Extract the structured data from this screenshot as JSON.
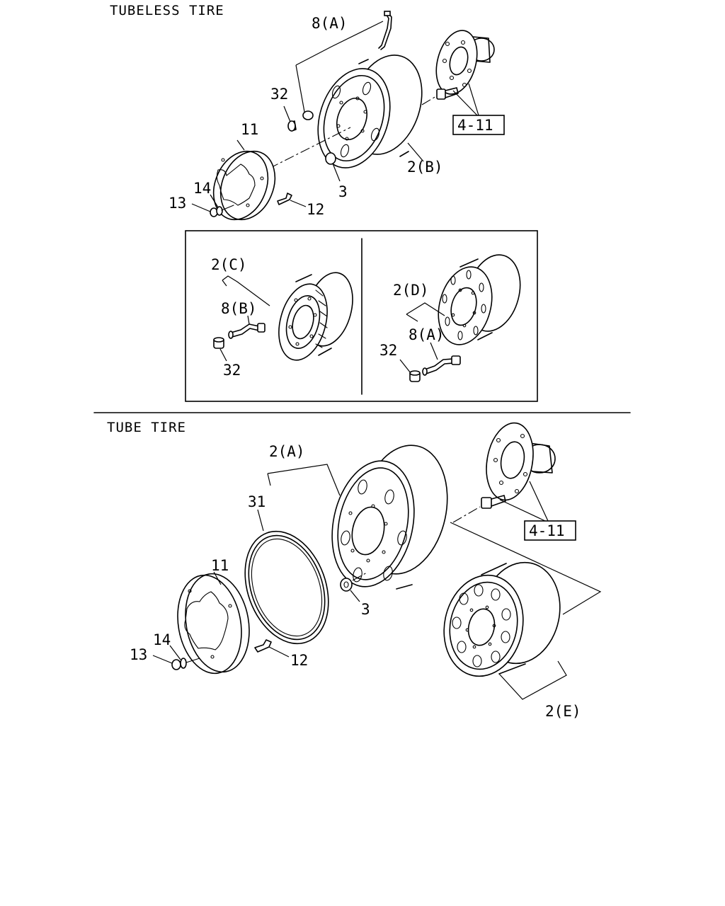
{
  "sections": {
    "tubeless_title": "TUBELESS TIRE",
    "tube_title": "TUBE TIRE"
  },
  "callouts": {
    "tl_8a": "8(A)",
    "tl_32": "32",
    "tl_11": "11",
    "tl_14": "14",
    "tl_13": "13",
    "tl_12": "12",
    "tl_3": "3",
    "tl_2b": "2(B)",
    "tl_ref": "4-11",
    "in_2c": "2(C)",
    "in_8b": "8(B)",
    "in_32a": "32",
    "in_2d": "2(D)",
    "in_8a": "8(A)",
    "in_32b": "32",
    "tt_2a": "2(A)",
    "tt_31": "31",
    "tt_11": "11",
    "tt_14": "14",
    "tt_13": "13",
    "tt_12": "12",
    "tt_3": "3",
    "tt_ref": "4-11",
    "tt_2e": "2(E)"
  }
}
